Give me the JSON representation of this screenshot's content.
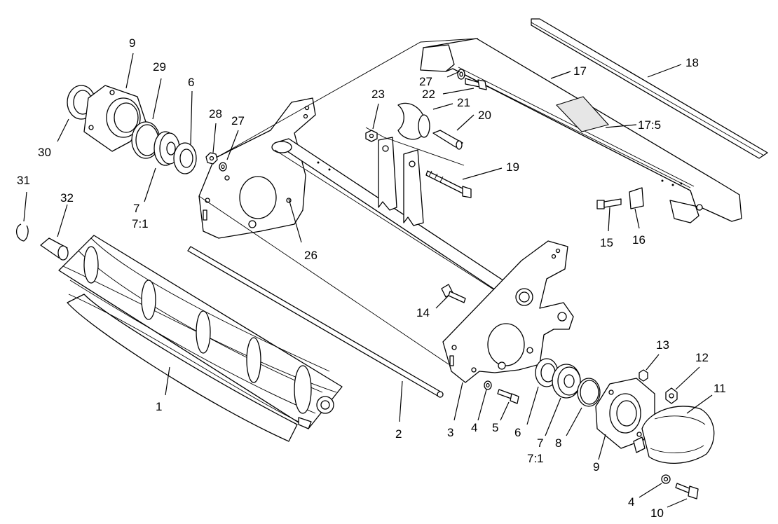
{
  "callouts": [
    {
      "id": "c1",
      "text": "1"
    },
    {
      "id": "c2",
      "text": "2"
    },
    {
      "id": "c3",
      "text": "3"
    },
    {
      "id": "c4a",
      "text": "4"
    },
    {
      "id": "c4b",
      "text": "4"
    },
    {
      "id": "c5",
      "text": "5"
    },
    {
      "id": "c6a",
      "text": "6"
    },
    {
      "id": "c6b",
      "text": "6"
    },
    {
      "id": "c7a",
      "text": "7"
    },
    {
      "id": "c71a",
      "text": "7:1"
    },
    {
      "id": "c7b",
      "text": "7"
    },
    {
      "id": "c71b",
      "text": "7:1"
    },
    {
      "id": "c8",
      "text": "8"
    },
    {
      "id": "c9a",
      "text": "9"
    },
    {
      "id": "c9b",
      "text": "9"
    },
    {
      "id": "c10",
      "text": "10"
    },
    {
      "id": "c11",
      "text": "11"
    },
    {
      "id": "c12",
      "text": "12"
    },
    {
      "id": "c13",
      "text": "13"
    },
    {
      "id": "c14",
      "text": "14"
    },
    {
      "id": "c15",
      "text": "15"
    },
    {
      "id": "c16",
      "text": "16"
    },
    {
      "id": "c17",
      "text": "17"
    },
    {
      "id": "c175",
      "text": "17:5"
    },
    {
      "id": "c18",
      "text": "18"
    },
    {
      "id": "c19",
      "text": "19"
    },
    {
      "id": "c20",
      "text": "20"
    },
    {
      "id": "c21",
      "text": "21"
    },
    {
      "id": "c22",
      "text": "22"
    },
    {
      "id": "c23",
      "text": "23"
    },
    {
      "id": "c26",
      "text": "26"
    },
    {
      "id": "c27a",
      "text": "27"
    },
    {
      "id": "c27b",
      "text": "27"
    },
    {
      "id": "c28",
      "text": "28"
    },
    {
      "id": "c29",
      "text": "29"
    },
    {
      "id": "c30",
      "text": "30"
    },
    {
      "id": "c31",
      "text": "31"
    },
    {
      "id": "c32",
      "text": "32"
    }
  ]
}
